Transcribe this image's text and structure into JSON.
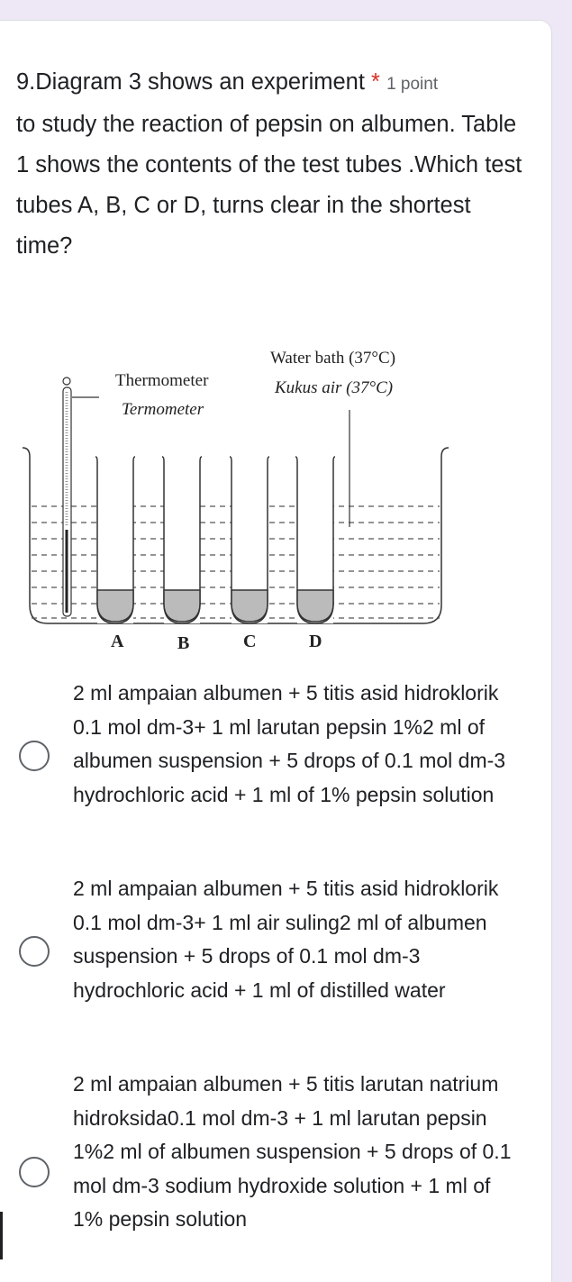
{
  "question": {
    "text": "9.Diagram 3 shows an experiment",
    "required_mark": "*",
    "points": "1 point",
    "text2": "to study the reaction of pepsin on albumen. Table 1 shows the contents of the test tubes .Which test tubes A, B, C or D, turns clear in the shortest time?"
  },
  "diagram": {
    "water_bath": "Water bath (37°C)",
    "kukus_air": "Kukus air (37°C)",
    "thermometer": "Thermometer",
    "termometer": "Termometer",
    "tubes": [
      "A",
      "B",
      "C",
      "D"
    ]
  },
  "options": [
    {
      "label": "2 ml ampaian albumen + 5 titis asid hidroklorik 0.1 mol dm-3+ 1 ml larutan pepsin 1%2 ml of albumen suspension + 5 drops of 0.1 mol dm-3 hydrochloric acid + 1 ml of 1% pepsin solution"
    },
    {
      "label": "2 ml ampaian albumen + 5 titis asid hidroklorik 0.1 mol dm-3+ 1 ml air suling2 ml of albumen suspension + 5 drops of 0.1 mol dm-3 hydrochloric acid + 1 ml of distilled water"
    },
    {
      "label": "2 ml ampaian albumen + 5 titis larutan natrium hidroksida0.1 mol dm-3 + 1 ml larutan pepsin 1%2 ml of albumen suspension + 5 drops of 0.1 mol dm-3 sodium hydroxide solution + 1 ml of 1% pepsin solution"
    }
  ]
}
